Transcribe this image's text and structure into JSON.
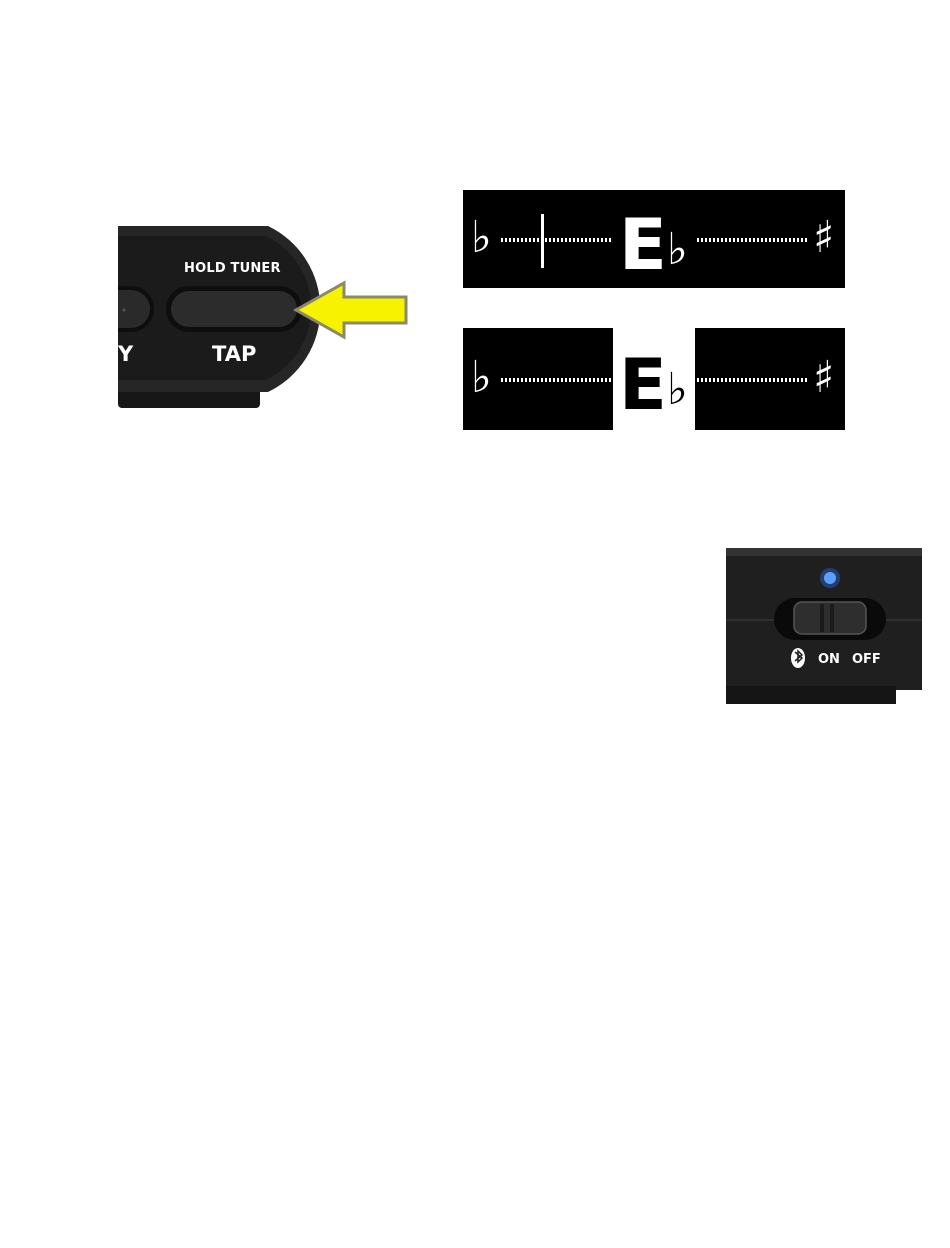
{
  "device": {
    "hold_label": "HOLD TUNER",
    "tap_label": "TAP",
    "partial_label": "Y",
    "body_color": "#1e1e1e",
    "arrow_color": "#f7f300"
  },
  "tuner_display_1": {
    "flat_symbol": "♭",
    "sharp_symbol": "♯",
    "note": "E",
    "accidental": "♭",
    "note_highlighted": false
  },
  "tuner_display_2": {
    "flat_symbol": "♭",
    "sharp_symbol": "♯",
    "note": "E",
    "accidental": "♭",
    "note_highlighted": true
  },
  "bluetooth_switch": {
    "on_label": "ON",
    "off_label": "OFF",
    "led_color": "#2f7bff"
  }
}
